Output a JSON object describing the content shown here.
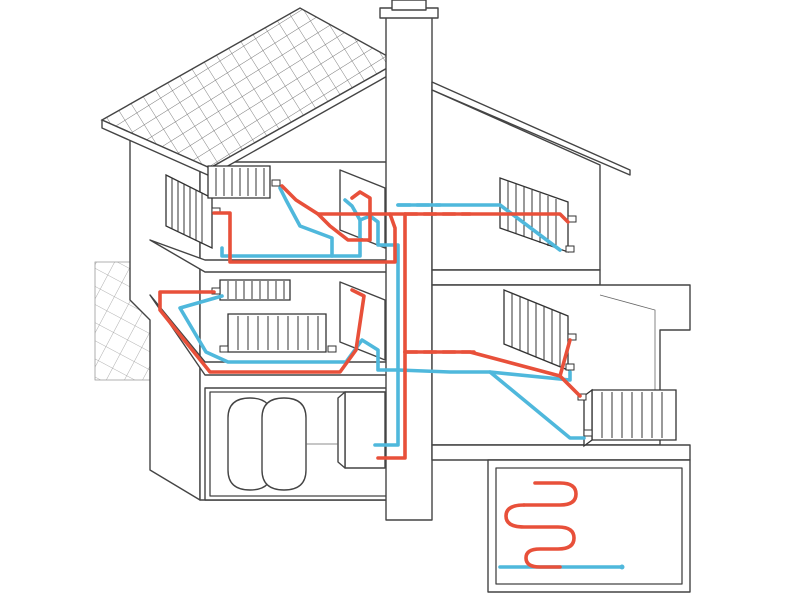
{
  "colors": {
    "supply_pipe": "#e8503a",
    "return_pipe": "#4fb8dc",
    "outline": "#444444",
    "background": "#ffffff"
  },
  "icons": {
    "radiator": "radiator-icon",
    "boiler": "boiler-icon",
    "tank": "storage-tank-icon",
    "chimney": "chimney-icon",
    "underfloor_loop": "underfloor-heating-icon"
  },
  "components": {
    "radiators": [
      "upper-left",
      "upper-back",
      "upper-right",
      "middle-back",
      "middle-front",
      "right-wing-upper",
      "right-wing-lower"
    ],
    "has_boiler": true,
    "storage_tanks": 2,
    "underfloor_loops": 1
  }
}
